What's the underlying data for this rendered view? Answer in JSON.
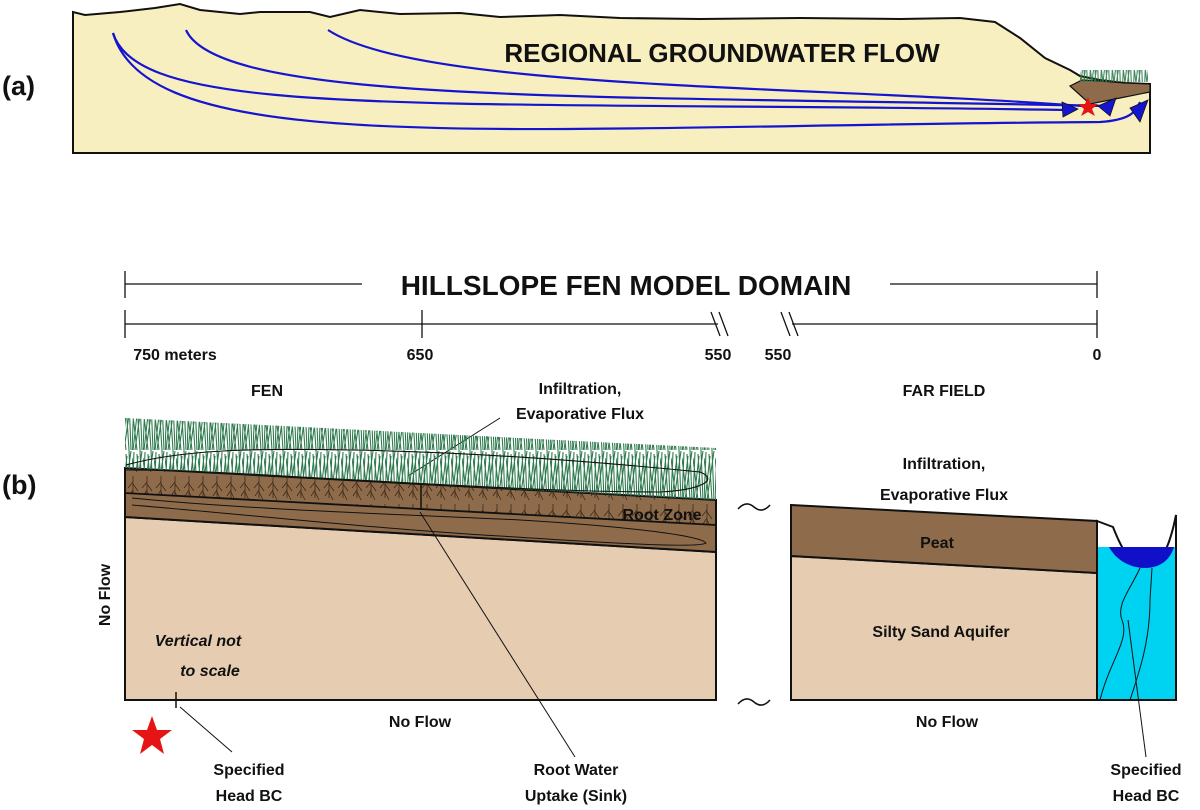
{
  "panel_a": {
    "label": "(a)",
    "title": "REGIONAL GROUNDWATER FLOW"
  },
  "panel_b": {
    "label": "(b)",
    "domain_title": "HILLSLOPE FEN MODEL DOMAIN",
    "scale": {
      "tick_750": "750 meters",
      "tick_650": "650",
      "tick_550_left": "550",
      "tick_550_right": "550",
      "tick_0": "0"
    },
    "fen_label": "FEN",
    "far_field_label": "FAR FIELD",
    "fen_infiltration_line1": "Infiltration,",
    "fen_infiltration_line2": "Evaporative Flux",
    "far_infiltration_line1": "Infiltration,",
    "far_infiltration_line2": "Evaporative Flux",
    "root_zone": "Root Zone",
    "peat": "Peat",
    "aquifer": "Silty Sand Aquifer",
    "no_flow_side": "No Flow",
    "no_flow_bottom_fen": "No Flow",
    "no_flow_bottom_far": "No Flow",
    "vertical_note_line1": "Vertical not",
    "vertical_note_line2": "to scale",
    "specified_head_left_line1": "Specified",
    "specified_head_left_line2": "Head BC",
    "root_uptake_line1": "Root Water",
    "root_uptake_line2": "Uptake (Sink)",
    "specified_head_right_line1": "Specified",
    "specified_head_right_line2": "Head BC"
  },
  "colors": {
    "sand": "#f8efc0",
    "peat": "#8e6c4b",
    "aquifer": "#e6cdb1",
    "water": "#00d2f2",
    "pond": "#1010c8",
    "flow_line": "#1515d0",
    "grass": "#2f7a4e",
    "star": "#e51515"
  }
}
